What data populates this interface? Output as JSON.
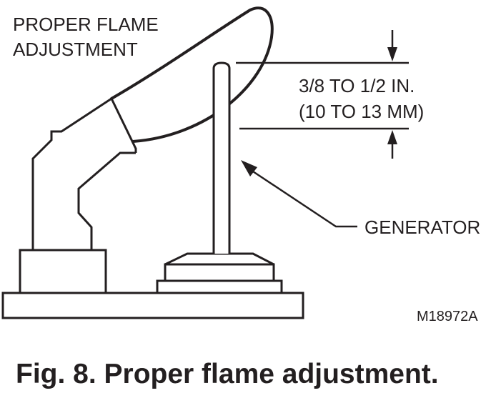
{
  "labels": {
    "title_line1": "PROPER FLAME",
    "title_line2": "ADJUSTMENT",
    "dimension_line1": "3/8 TO 1/2 IN.",
    "dimension_line2": "(10 TO 13 MM)",
    "generator": "GENERATOR",
    "figure_id": "M18972A"
  },
  "caption": "Fig. 8. Proper flame adjustment.",
  "colors": {
    "ink": "#231f20",
    "background": "#ffffff"
  }
}
